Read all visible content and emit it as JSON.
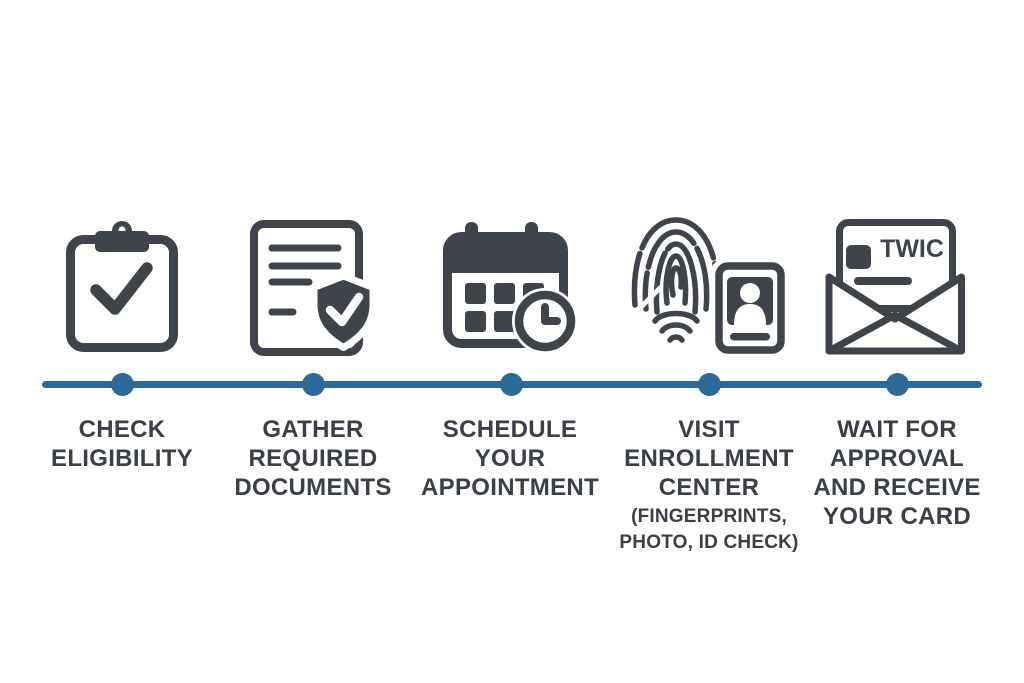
{
  "diagram": {
    "title": "TWIC card application process timeline",
    "background_color": "#ffffff",
    "icon_color": "#3e444a",
    "text_color": "#3a4045",
    "timeline_color": "#2e6a98"
  },
  "steps": [
    {
      "id": 1,
      "icon": "clipboard-check-icon",
      "label": "CHECK\nELIGIBILITY"
    },
    {
      "id": 2,
      "icon": "document-shield-icon",
      "label": "GATHER\nREQUIRED\nDOCUMENTS"
    },
    {
      "id": 3,
      "icon": "calendar-clock-icon",
      "label": "SCHEDULE\nYOUR\nAPPOINTMENT"
    },
    {
      "id": 4,
      "icon": "fingerprint-id-icon",
      "label": "VISIT\nENROLLMENT\nCENTER",
      "sublabel": "(FINGERPRINTS,\nPHOTO, ID CHECK)"
    },
    {
      "id": 5,
      "icon": "envelope-card-icon",
      "label": "WAIT FOR\nAPPROVAL\nAND RECEIVE\nYOUR CARD",
      "card_text": "TWIC"
    }
  ]
}
